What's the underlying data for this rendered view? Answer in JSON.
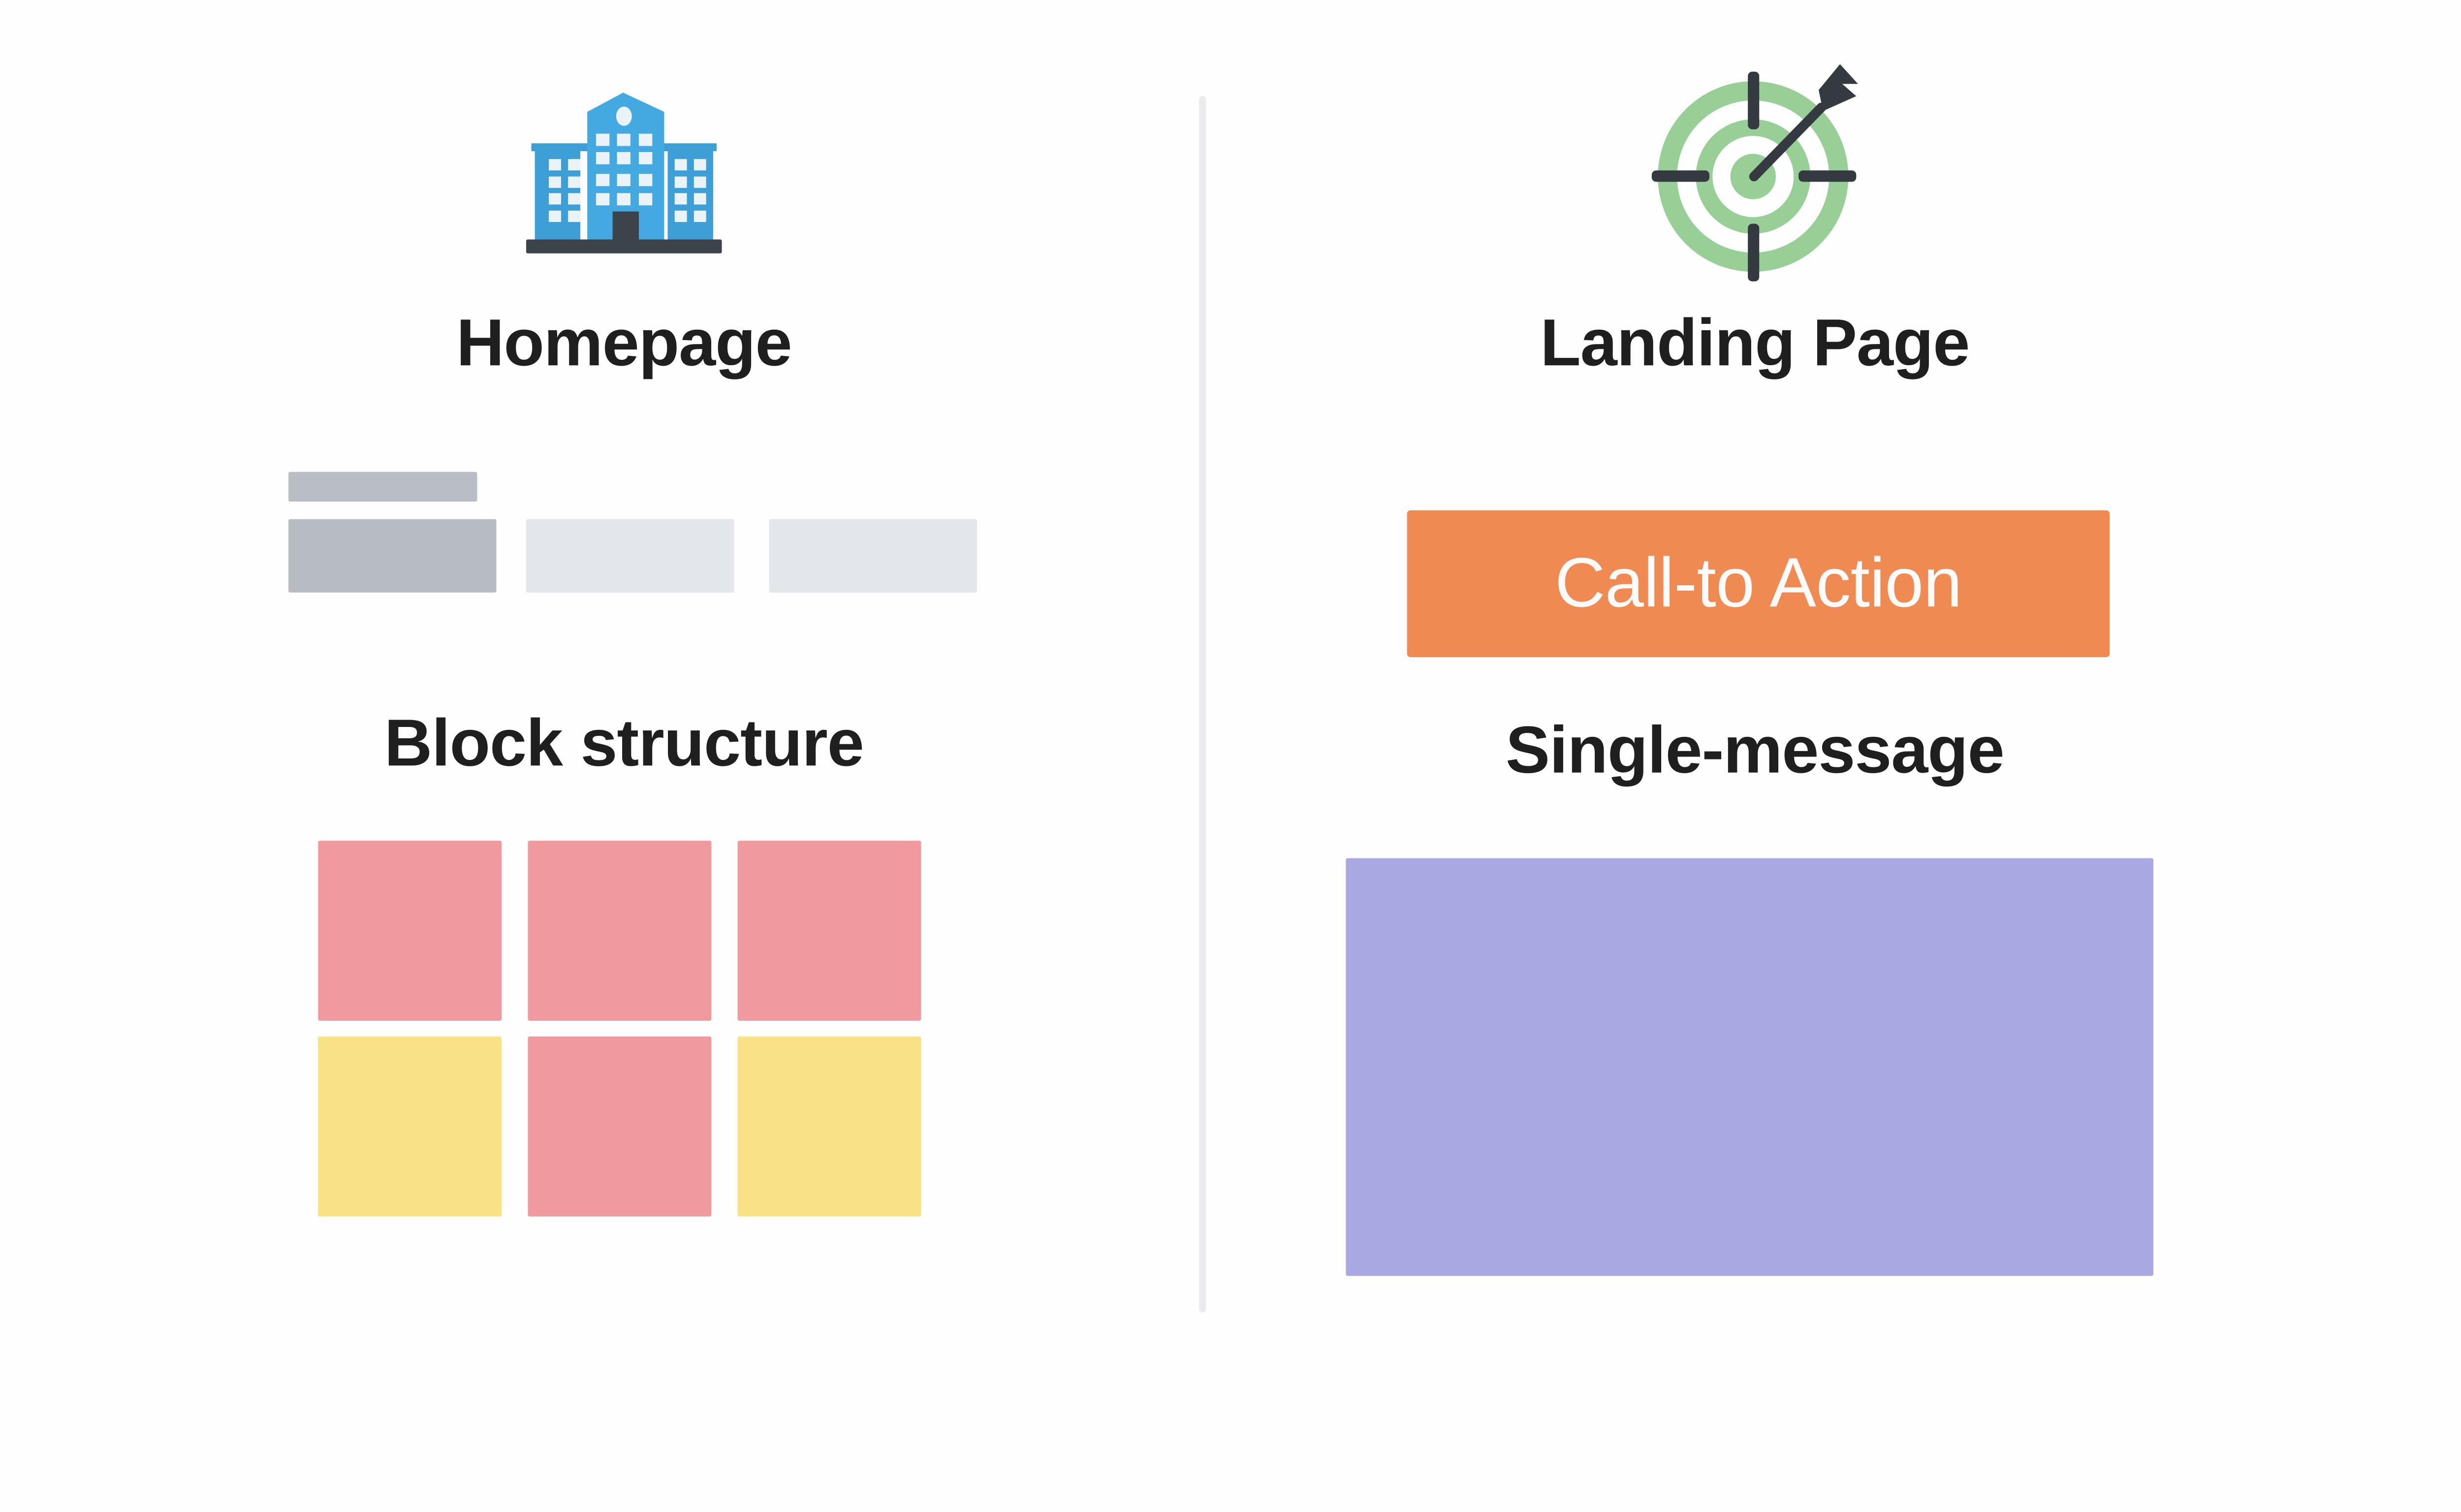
{
  "theme": {
    "background": "#fefefe",
    "divider": "#e9ebee",
    "text": "#1f1f1f",
    "pink": "#f09aa0",
    "yellow": "#f9e286",
    "orange": "#ee8a52",
    "purple": "#a9a8e3",
    "gray_dark_bar": "#b7bcc3",
    "gray_light_bar": "#e3e6ea",
    "gray_small_bar": "#b9bec5",
    "building_blue": "#45a9e1",
    "building_blue_dark": "#3d9fd6",
    "building_window": "#eaf3f7",
    "building_base": "#3c434b",
    "target_green": "#97cf96",
    "target_dark": "#343a40",
    "button_text": "#fdfbf9"
  },
  "left_panel": {
    "icon": "building-icon",
    "title": "Homepage",
    "structure_label": "Block structure",
    "grid": {
      "rows": 2,
      "cols": 3,
      "cells": [
        "pink",
        "pink",
        "pink",
        "yellow",
        "pink",
        "yellow"
      ]
    }
  },
  "right_panel": {
    "icon": "target-icon",
    "title": "Landing Page",
    "cta_label": "Call-to Action",
    "message_label": "Single-message"
  }
}
